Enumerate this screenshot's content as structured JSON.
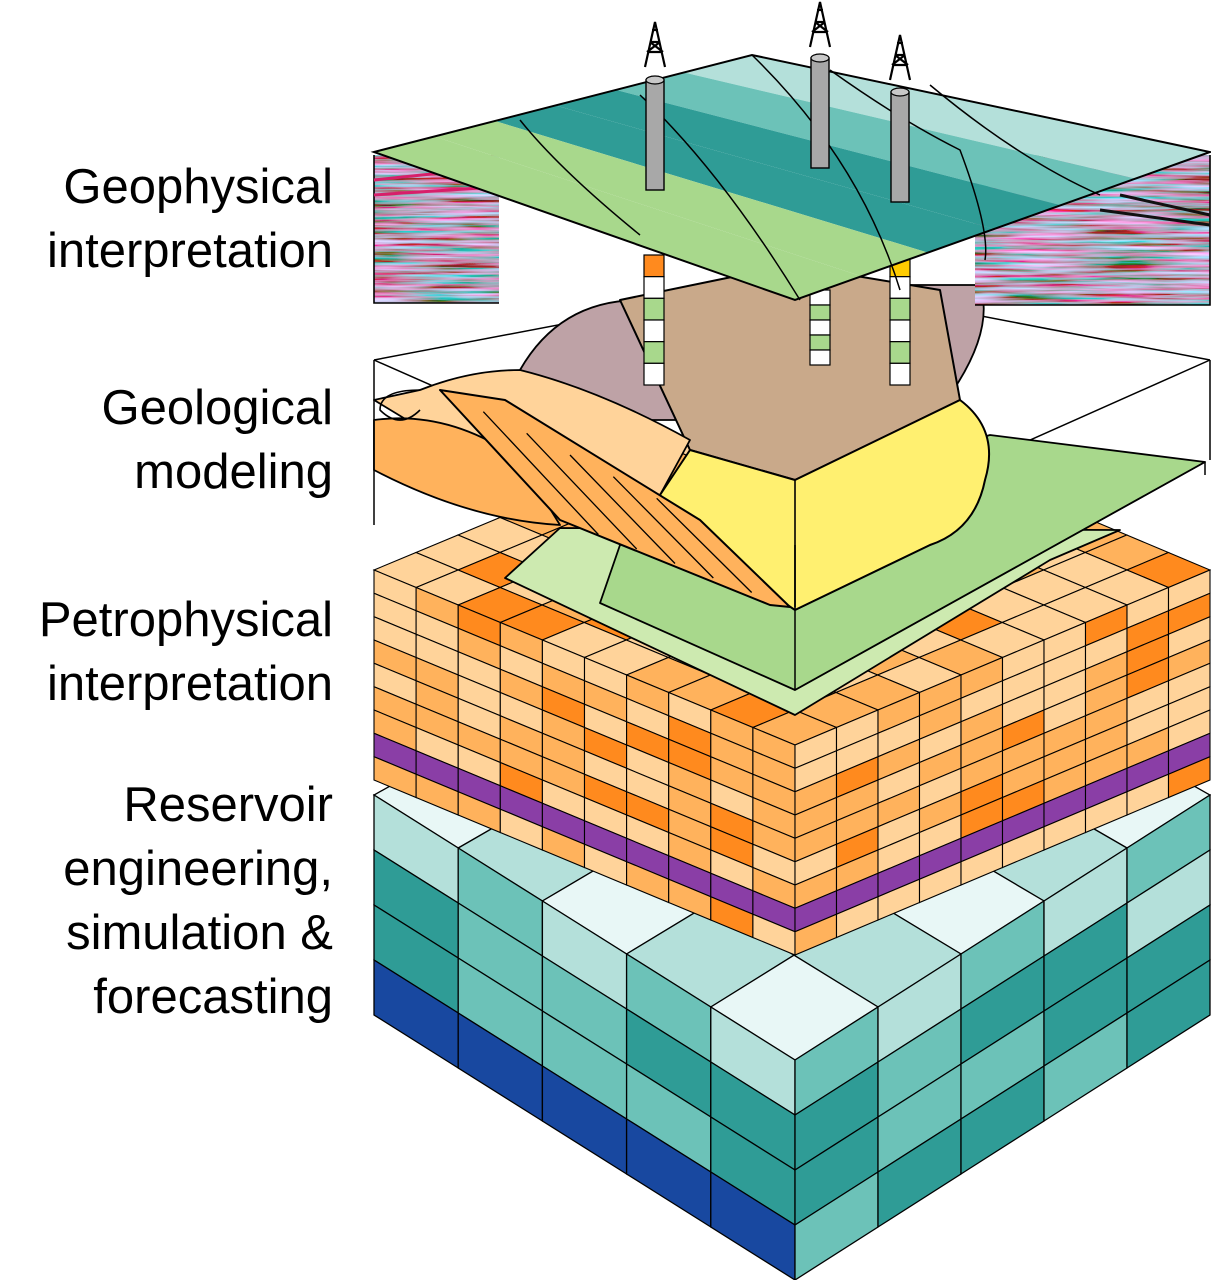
{
  "labels": [
    {
      "id": "geophysical",
      "lines": [
        "Geophysical",
        "interpretation"
      ]
    },
    {
      "id": "geological",
      "lines": [
        "Geological",
        "modeling"
      ]
    },
    {
      "id": "petrophysical",
      "lines": [
        "Petrophysical",
        "interpretation"
      ]
    },
    {
      "id": "reservoir",
      "lines": [
        "Reservoir",
        "engineering,",
        "simulation &",
        "forecasting"
      ]
    }
  ],
  "colors": {
    "teal_light": "#b4e0da",
    "teal_mid": "#6cc2b8",
    "teal_dark": "#2f9c96",
    "navy": "#1848a0",
    "pale": "#e8f7f6",
    "orange_light": "#ffd39a",
    "orange_mid": "#ffb25c",
    "orange_dark": "#ff8a1e",
    "purple": "#8a3ea6",
    "green_light": "#cdeab0",
    "green_mid": "#a8d88c",
    "yellow": "#fff070",
    "mauve": "#bea2a6",
    "tan": "#c9a98a",
    "seismic_red": "#d81e6a",
    "seismic_blue": "#2a2aa0"
  },
  "icons": [
    "drilling-rig-icon",
    "drilling-rig-icon",
    "drilling-rig-icon"
  ]
}
